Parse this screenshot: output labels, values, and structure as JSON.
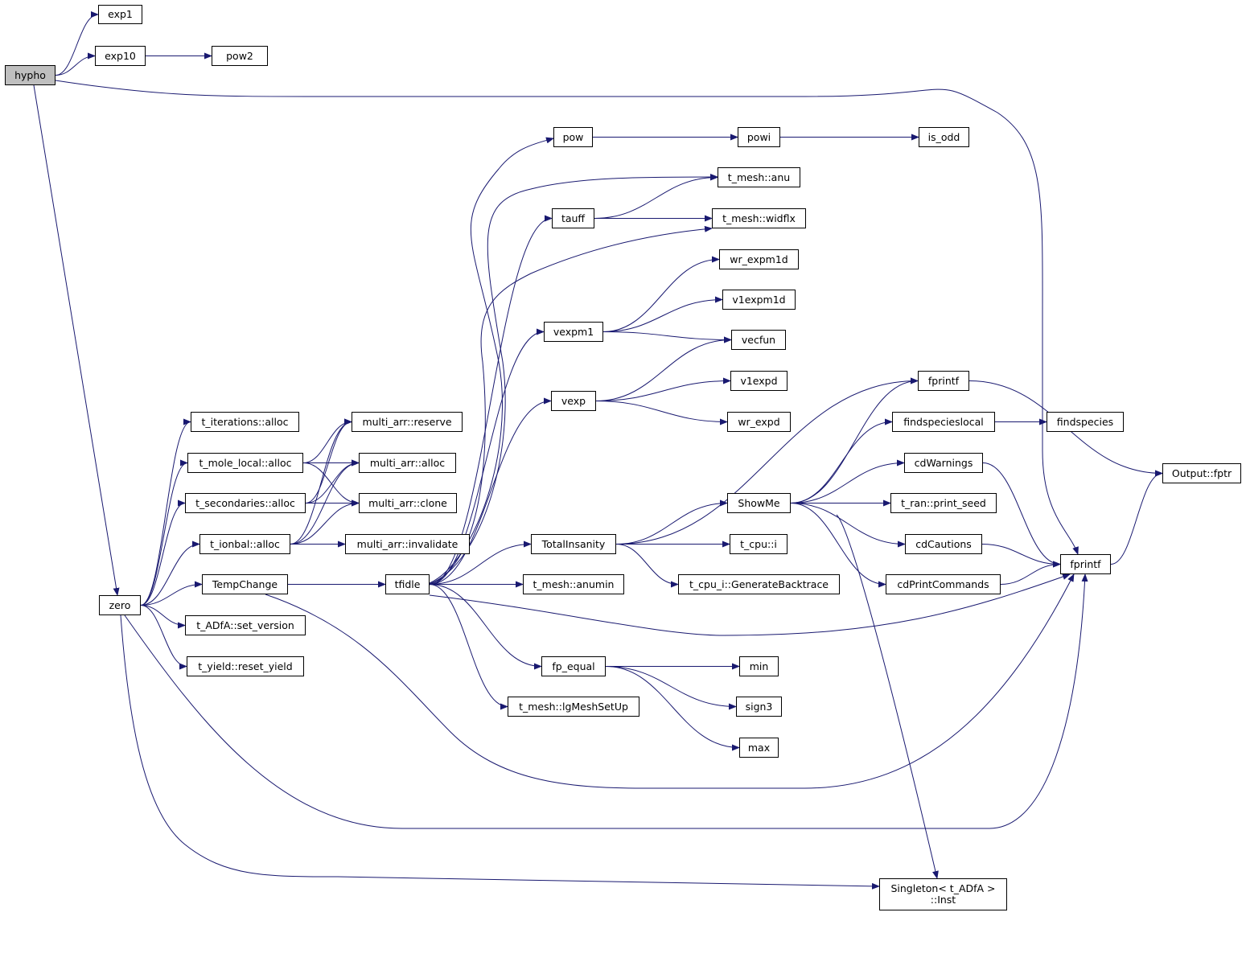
{
  "colors": {
    "edge": "#191970",
    "root_fill": "#bfbfbf",
    "node_fill": "#ffffff"
  },
  "nodes": [
    {
      "id": "hypho",
      "label": "hypho",
      "root": true
    },
    {
      "id": "exp1",
      "label": "exp1"
    },
    {
      "id": "exp10",
      "label": "exp10"
    },
    {
      "id": "pow2",
      "label": "pow2"
    },
    {
      "id": "zero",
      "label": "zero"
    },
    {
      "id": "t_iterations_alloc",
      "label": "t_iterations::alloc"
    },
    {
      "id": "t_mole_local_alloc",
      "label": "t_mole_local::alloc"
    },
    {
      "id": "t_secondaries_alloc",
      "label": "t_secondaries::alloc"
    },
    {
      "id": "t_ionbal_alloc",
      "label": "t_ionbal::alloc"
    },
    {
      "id": "TempChange",
      "label": "TempChange"
    },
    {
      "id": "set_version",
      "label": "t_ADfA::set_version"
    },
    {
      "id": "reset_yield",
      "label": "t_yield::reset_yield"
    },
    {
      "id": "ma_reserve",
      "label": "multi_arr::reserve"
    },
    {
      "id": "ma_alloc",
      "label": "multi_arr::alloc"
    },
    {
      "id": "ma_clone",
      "label": "multi_arr::clone"
    },
    {
      "id": "ma_invalidate",
      "label": "multi_arr::invalidate"
    },
    {
      "id": "tfidle",
      "label": "tfidle"
    },
    {
      "id": "pow",
      "label": "pow"
    },
    {
      "id": "tauff",
      "label": "tauff"
    },
    {
      "id": "vexpm1",
      "label": "vexpm1"
    },
    {
      "id": "vexp",
      "label": "vexp"
    },
    {
      "id": "TotalInsanity",
      "label": "TotalInsanity"
    },
    {
      "id": "anumin",
      "label": "t_mesh::anumin"
    },
    {
      "id": "fp_equal",
      "label": "fp_equal"
    },
    {
      "id": "lgMeshSetUp",
      "label": "t_mesh::lgMeshSetUp"
    },
    {
      "id": "powi",
      "label": "powi"
    },
    {
      "id": "anu",
      "label": "t_mesh::anu"
    },
    {
      "id": "widflx",
      "label": "t_mesh::widflx"
    },
    {
      "id": "wr_expm1d",
      "label": "wr_expm1d"
    },
    {
      "id": "v1expm1d",
      "label": "v1expm1d"
    },
    {
      "id": "vecfun",
      "label": "vecfun"
    },
    {
      "id": "v1expd",
      "label": "v1expd"
    },
    {
      "id": "wr_expd",
      "label": "wr_expd"
    },
    {
      "id": "ShowMe",
      "label": "ShowMe"
    },
    {
      "id": "cpu_i",
      "label": "t_cpu::i"
    },
    {
      "id": "GenerateBacktrace",
      "label": "t_cpu_i::GenerateBacktrace"
    },
    {
      "id": "min",
      "label": "min"
    },
    {
      "id": "sign3",
      "label": "sign3"
    },
    {
      "id": "max",
      "label": "max"
    },
    {
      "id": "is_odd",
      "label": "is_odd"
    },
    {
      "id": "fprintf1",
      "label": "fprintf"
    },
    {
      "id": "findspecieslocal",
      "label": "findspecieslocal"
    },
    {
      "id": "cdWarnings",
      "label": "cdWarnings"
    },
    {
      "id": "print_seed",
      "label": "t_ran::print_seed"
    },
    {
      "id": "cdCautions",
      "label": "cdCautions"
    },
    {
      "id": "cdPrintCommands",
      "label": "cdPrintCommands"
    },
    {
      "id": "Singleton",
      "label": "Singleton< t_ADfA >\n::Inst"
    },
    {
      "id": "findspecies",
      "label": "findspecies"
    },
    {
      "id": "fprintf2",
      "label": "fprintf"
    },
    {
      "id": "fptr",
      "label": "Output::fptr"
    }
  ],
  "edges": [
    [
      "hypho",
      "exp1"
    ],
    [
      "hypho",
      "exp10"
    ],
    [
      "hypho",
      "fprintf2"
    ],
    [
      "hypho",
      "zero"
    ],
    [
      "exp10",
      "pow2"
    ],
    [
      "zero",
      "t_iterations_alloc"
    ],
    [
      "zero",
      "t_mole_local_alloc"
    ],
    [
      "zero",
      "t_secondaries_alloc"
    ],
    [
      "zero",
      "t_ionbal_alloc"
    ],
    [
      "zero",
      "TempChange"
    ],
    [
      "zero",
      "set_version"
    ],
    [
      "zero",
      "reset_yield"
    ],
    [
      "zero",
      "fprintf2"
    ],
    [
      "zero",
      "Singleton"
    ],
    [
      "TempChange",
      "tfidle"
    ],
    [
      "TempChange",
      "fprintf2"
    ],
    [
      "t_mole_local_alloc",
      "ma_reserve"
    ],
    [
      "t_mole_local_alloc",
      "ma_alloc"
    ],
    [
      "t_mole_local_alloc",
      "ma_clone"
    ],
    [
      "t_secondaries_alloc",
      "ma_reserve"
    ],
    [
      "t_secondaries_alloc",
      "ma_alloc"
    ],
    [
      "t_secondaries_alloc",
      "ma_clone"
    ],
    [
      "t_ionbal_alloc",
      "ma_reserve"
    ],
    [
      "t_ionbal_alloc",
      "ma_alloc"
    ],
    [
      "t_ionbal_alloc",
      "ma_clone"
    ],
    [
      "t_ionbal_alloc",
      "ma_invalidate"
    ],
    [
      "tfidle",
      "pow"
    ],
    [
      "tfidle",
      "anu"
    ],
    [
      "tfidle",
      "tauff"
    ],
    [
      "tfidle",
      "widflx"
    ],
    [
      "tfidle",
      "vexpm1"
    ],
    [
      "tfidle",
      "vexp"
    ],
    [
      "tfidle",
      "TotalInsanity"
    ],
    [
      "tfidle",
      "anumin"
    ],
    [
      "tfidle",
      "fp_equal"
    ],
    [
      "tfidle",
      "lgMeshSetUp"
    ],
    [
      "tfidle",
      "fprintf2"
    ],
    [
      "pow",
      "powi"
    ],
    [
      "powi",
      "is_odd"
    ],
    [
      "tauff",
      "anu"
    ],
    [
      "tauff",
      "widflx"
    ],
    [
      "vexpm1",
      "wr_expm1d"
    ],
    [
      "vexpm1",
      "v1expm1d"
    ],
    [
      "vexpm1",
      "vecfun"
    ],
    [
      "vexp",
      "vecfun"
    ],
    [
      "vexp",
      "v1expd"
    ],
    [
      "vexp",
      "wr_expd"
    ],
    [
      "TotalInsanity",
      "fprintf1"
    ],
    [
      "TotalInsanity",
      "ShowMe"
    ],
    [
      "TotalInsanity",
      "cpu_i"
    ],
    [
      "TotalInsanity",
      "GenerateBacktrace"
    ],
    [
      "ShowMe",
      "fprintf1"
    ],
    [
      "ShowMe",
      "findspecieslocal"
    ],
    [
      "ShowMe",
      "cdWarnings"
    ],
    [
      "ShowMe",
      "print_seed"
    ],
    [
      "ShowMe",
      "cdCautions"
    ],
    [
      "ShowMe",
      "cdPrintCommands"
    ],
    [
      "ShowMe",
      "Singleton"
    ],
    [
      "fp_equal",
      "min"
    ],
    [
      "fp_equal",
      "sign3"
    ],
    [
      "fp_equal",
      "max"
    ],
    [
      "fprintf1",
      "fptr"
    ],
    [
      "findspecieslocal",
      "findspecies"
    ],
    [
      "cdWarnings",
      "fprintf2"
    ],
    [
      "cdCautions",
      "fprintf2"
    ],
    [
      "cdPrintCommands",
      "fprintf2"
    ],
    [
      "fprintf2",
      "fptr"
    ]
  ]
}
